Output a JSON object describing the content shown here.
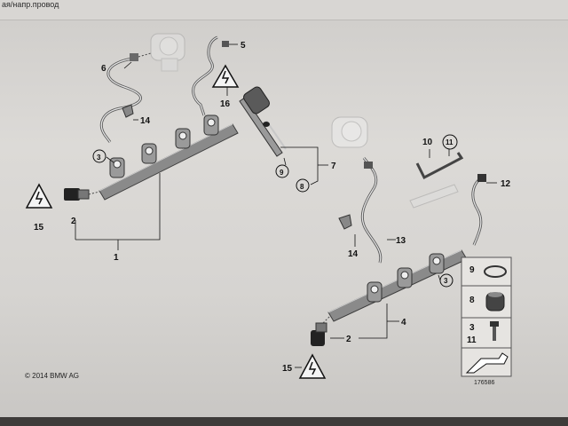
{
  "window": {
    "title": "ая/напр.провод"
  },
  "parts": {
    "p1": "1",
    "p2a": "2",
    "p2b": "2",
    "p3a": "3",
    "p3b": "3",
    "p4": "4",
    "p5": "5",
    "p6": "6",
    "p7": "7",
    "p8": "8",
    "p9": "9",
    "p10": "10",
    "p11": "11",
    "p12": "12",
    "p13": "13",
    "p14a": "14",
    "p14b": "14",
    "p15a": "15",
    "p15b": "15",
    "p16": "16"
  },
  "legend": {
    "item1": "9",
    "item2": "8",
    "item3a": "3",
    "item3b": "11"
  },
  "footer": {
    "copyright": "© 2014 BMW AG",
    "image_number": "176586"
  }
}
